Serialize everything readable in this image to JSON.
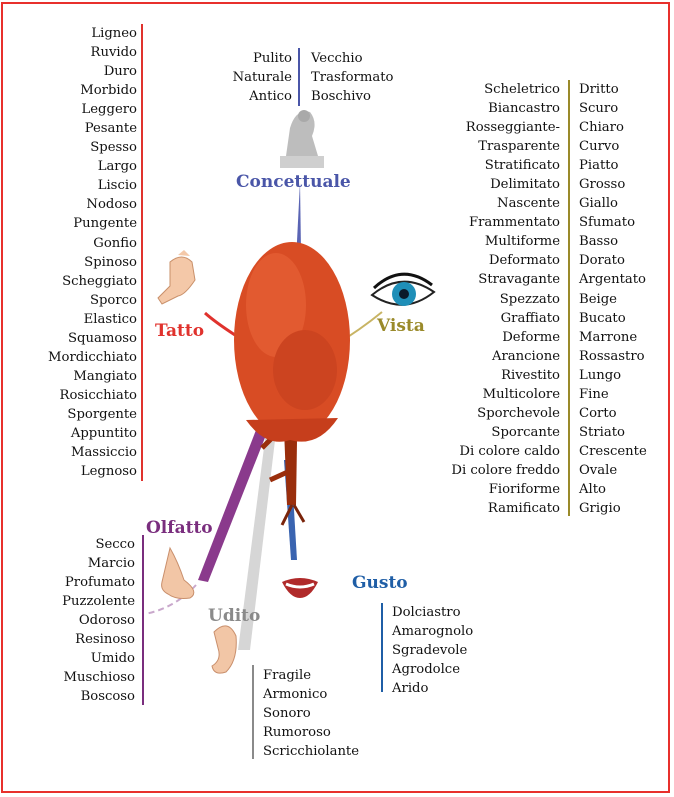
{
  "diagram": {
    "frame_color": "#e8302c",
    "senses": {
      "concettuale": {
        "label": "Concettuale",
        "color": "#4a56a8",
        "icon": "thinker-statue-icon",
        "left": [
          "Pulito",
          "Naturale",
          "Antico"
        ],
        "right": [
          "Vecchio",
          "Trasformato",
          "Boschivo"
        ]
      },
      "tatto": {
        "label": "Tatto",
        "color": "#e0322d",
        "icon": "hand-icon",
        "words": [
          "Ligneo",
          "Ruvido",
          "Duro",
          "Morbido",
          "Leggero",
          "Pesante",
          "Spesso",
          "Largo",
          "Liscio",
          "Nodoso",
          "Pungente",
          "Gonfio",
          "Spinoso",
          "Scheggiato",
          "Sporco",
          "Elastico",
          "Squamoso",
          "Mordicchiato",
          "Mangiato",
          "Rosicchiato",
          "Sporgente",
          "Appuntito",
          "Massiccio",
          "Legnoso"
        ]
      },
      "vista": {
        "label": "Vista",
        "color": "#9a8a2a",
        "icon": "eye-icon",
        "left": [
          "Scheletrico",
          "Biancastro",
          "Rosseggiante-",
          "Trasparente",
          "Stratificato",
          "Delimitato",
          "Nascente",
          "Frammentato",
          "Multiforme",
          "Deformato",
          "Stravagante",
          "Spezzato",
          "Graffiato",
          "Deforme",
          "Arancione",
          "Rivestito",
          "Multicolore",
          "Sporchevole",
          "Sporcante",
          "Di colore caldo",
          "Di colore freddo",
          "Fioriforme",
          "Ramificato"
        ],
        "right": [
          "Dritto",
          "Scuro",
          "Chiaro",
          "Curvo",
          "Piatto",
          "Grosso",
          "Giallo",
          "Sfumato",
          "Basso",
          "Dorato",
          "Argentato",
          "Beige",
          "Bucato",
          "Marrone",
          "Rossastro",
          "Lungo",
          "Fine",
          "Corto",
          "Striato",
          "Crescente",
          "Ovale",
          "Alto",
          "Grigio"
        ]
      },
      "olfatto": {
        "label": "Olfatto",
        "color": "#7a2e7e",
        "icon": "nose-icon",
        "words": [
          "Secco",
          "Marcio",
          "Profumato",
          "Puzzolente",
          "Odoroso",
          "Resinoso",
          "Umido",
          "Muschioso",
          "Boscoso"
        ]
      },
      "udito": {
        "label": "Udito",
        "color": "#8a8a8a",
        "icon": "ear-icon",
        "words": [
          "Fragile",
          "Armonico",
          "Sonoro",
          "Rumoroso",
          "Scricchiolante"
        ]
      },
      "gusto": {
        "label": "Gusto",
        "color": "#1f5ea6",
        "icon": "mouth-icon",
        "words": [
          "Dolciastro",
          "Amarognolo",
          "Sgradevole",
          "Agrodolce",
          "Arido"
        ]
      }
    },
    "center_icon": "tree-icon"
  }
}
